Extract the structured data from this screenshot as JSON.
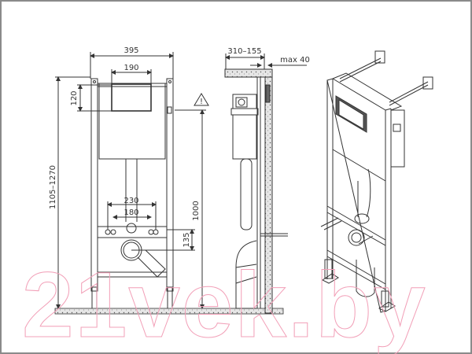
{
  "drawing": {
    "type": "installation frame technical drawing",
    "views": [
      "front-view",
      "side-section-view",
      "isometric-view"
    ]
  },
  "front_view": {
    "dimensions": {
      "overall_width": "395",
      "flush_plate_width": "190",
      "flush_plate_height": "120",
      "total_height": "1105–1270",
      "outlet_height": "1000",
      "fixing_spacing_outer": "230",
      "fixing_spacing_inner": "180",
      "drain_offset": "135"
    },
    "warning_symbol": "!"
  },
  "side_view": {
    "dimensions": {
      "depth": "310–155",
      "max_wall_gap": "max 40"
    }
  },
  "watermark": {
    "text": "21vek.by",
    "color": "#f2a0b8"
  },
  "colors": {
    "line": "#333333",
    "frame": "#8a8a8a",
    "concrete": "#d8d8d8"
  }
}
